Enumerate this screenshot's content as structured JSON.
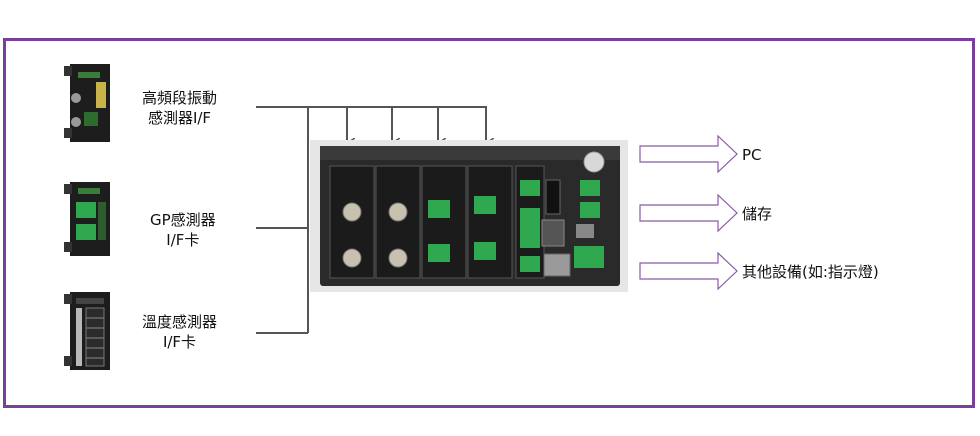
{
  "modules": [
    {
      "line1": "高頻段振動",
      "line2": "感測器I/F"
    },
    {
      "line1": "GP感測器",
      "line2": "I/F卡"
    },
    {
      "line1": "溫度感測器",
      "line2": "I/F卡"
    }
  ],
  "outputs": [
    {
      "label": "PC"
    },
    {
      "label": "儲存"
    },
    {
      "label": "其他設備(如:指示燈)"
    }
  ],
  "colors": {
    "frame": "#7a3f9d",
    "arrow_outline": "#8a5aa8",
    "wire": "#555555",
    "device_body": "#2a2a2a",
    "connector_green": "#2fa84f"
  },
  "icons": {
    "module_card": "pcb-card-icon",
    "controller": "controller-unit-icon",
    "output_arrow": "hollow-arrow-icon"
  }
}
